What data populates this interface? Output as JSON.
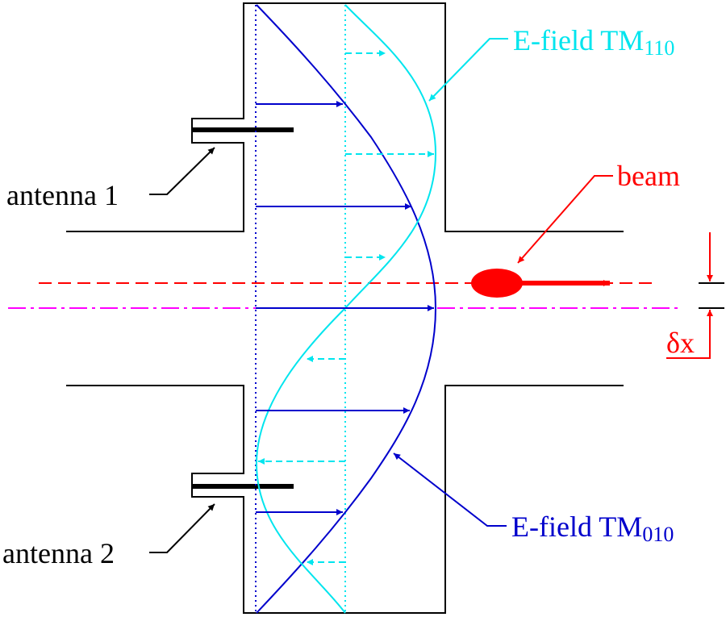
{
  "labels": {
    "tm110_prefix": "E-field TM",
    "tm110_sub": "110",
    "tm010_prefix": "E-field TM",
    "tm010_sub": "010",
    "beam": "beam",
    "antenna1": "antenna 1",
    "antenna2": "antenna 2",
    "delta_x": "δx"
  },
  "colors": {
    "cavity": "#000000",
    "tm010": "#0000cc",
    "tm110": "#00e5ee",
    "beam": "#ff0000",
    "axis": "#ff00ff"
  }
}
